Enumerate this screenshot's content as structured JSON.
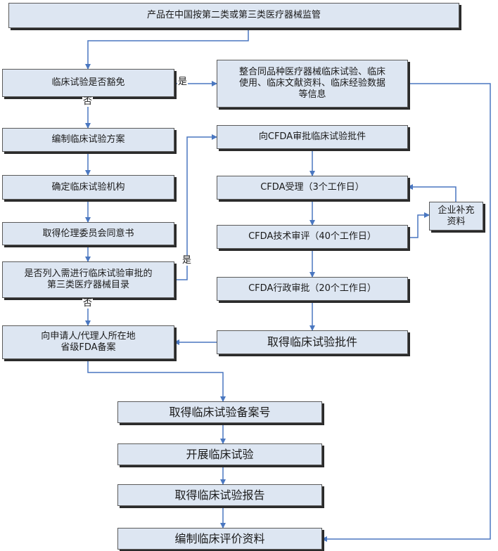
{
  "boxes": {
    "top": "产品在中国按第二类或第三类医疗器械监管",
    "exempt": "临床试验是否豁免",
    "integrate": "整合同品种医疗器械临床试验、临床\n使用、临床文献资料、临床经验数据\n等信息",
    "plan": "编制临床试验方案",
    "submit_cfda": "向CFDA审批临床试验批件",
    "institution": "确定临床试验机构",
    "accept": "CFDA受理（3个工作日）",
    "supplement": "企业补充\n资料",
    "ethics": "取得伦理委员会同意书",
    "tech_review": "CFDA技术审评（40个工作日）",
    "catalog": "是否列入需进行临床试验审批的\n第三类医疗器械目录",
    "admin_approval": "CFDA行政审批（20个工作日）",
    "record": "向申请人/代理人所在地\n省级FDA备案",
    "get_approval": "取得临床试验批件",
    "record_no": "取得临床试验备案号",
    "conduct": "开展临床试验",
    "report": "取得临床试验报告",
    "evaluation": "编制临床评价资料"
  },
  "labels": {
    "yes1": "是",
    "no1": "否",
    "yes2": "是",
    "no2": "否"
  },
  "colors": {
    "box_fill": "#dde6f2",
    "arrow": "#4a77c0"
  }
}
